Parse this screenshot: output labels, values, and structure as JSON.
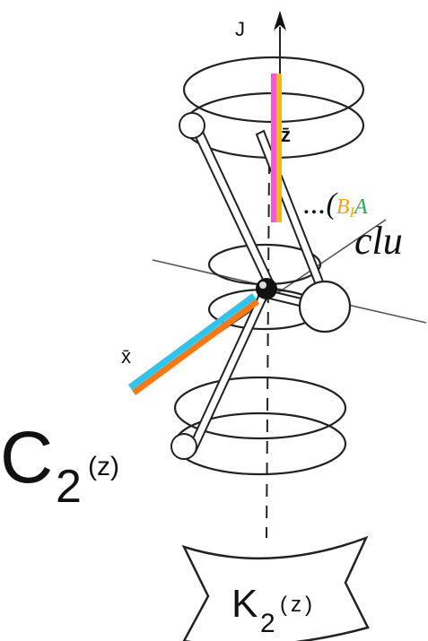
{
  "labels": {
    "j_axis": "J",
    "z_axis": "z̄",
    "x_axis": "x̄",
    "c2_main": "C",
    "c2_sub": "2",
    "c2_arg": "(z)",
    "k2_main": "K",
    "k2_sub": "2",
    "k2_arg": "(z)",
    "overlay_line1_prefix": "...(",
    "overlay_line1_b": "B",
    "overlay_line1_i": "I",
    "overlay_line1_a": "A",
    "overlay_line2": "clu"
  },
  "colors": {
    "z_stripe_left": "#ee5bd4",
    "z_stripe_right": "#f0b429",
    "x_stripe_top": "#2ec4f0",
    "x_stripe_bottom": "#f27a1a",
    "overlay_b": "#e6a817",
    "overlay_a": "#2fa84f"
  },
  "icons": {
    "up_arrow": "arrow-up-icon",
    "nucleus": "nucleus-ball-icon"
  }
}
